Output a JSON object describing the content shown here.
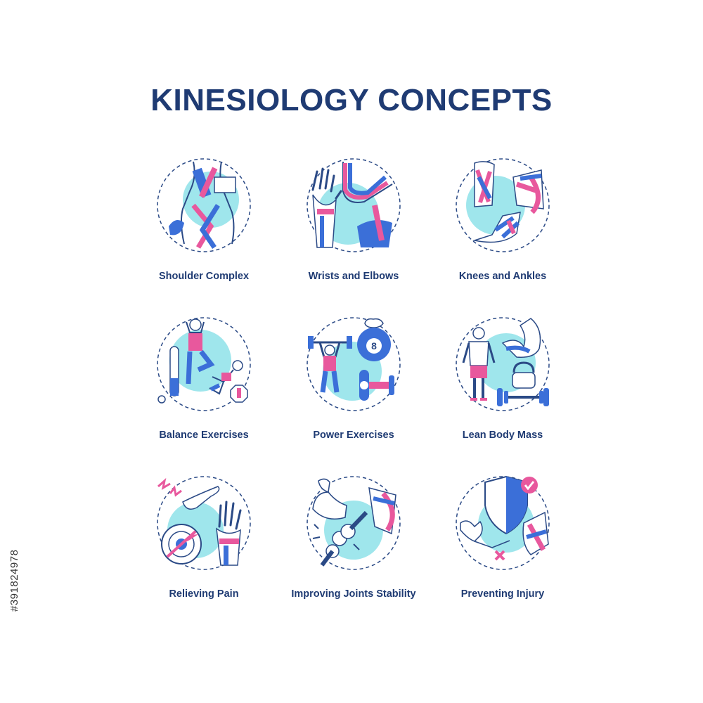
{
  "title": "KINESIOLOGY CONCEPTS",
  "colors": {
    "navy": "#1f3b73",
    "aqua": "#9fe6ec",
    "pink": "#e8589d",
    "blue": "#3b6fd8",
    "outline": "#2b4a86"
  },
  "concepts": [
    {
      "label": "Shoulder Complex",
      "icon": "shoulder-icon"
    },
    {
      "label": "Wrists and Elbows",
      "icon": "wrist-elbow-icon"
    },
    {
      "label": "Knees and Ankles",
      "icon": "knee-ankle-icon"
    },
    {
      "label": "Balance Exercises",
      "icon": "balance-icon"
    },
    {
      "label": "Power Exercises",
      "icon": "power-icon"
    },
    {
      "label": "Lean Body Mass",
      "icon": "lean-body-icon"
    },
    {
      "label": "Relieving Pain",
      "icon": "pain-relief-icon"
    },
    {
      "label": "Improving Joints Stability",
      "icon": "joint-stability-icon"
    },
    {
      "label": "Preventing Injury",
      "icon": "injury-prevention-icon"
    }
  ],
  "stock_id": "#391824978"
}
